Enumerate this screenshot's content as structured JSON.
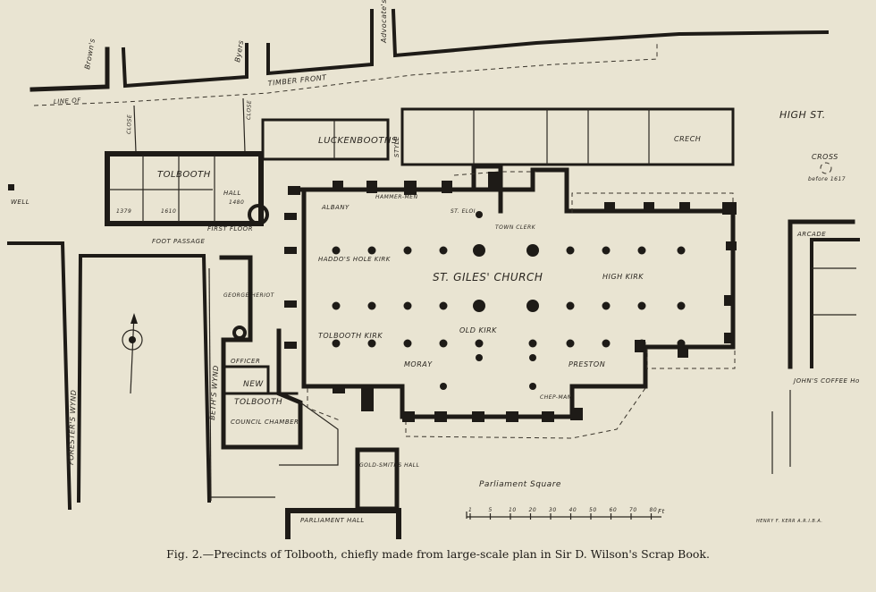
{
  "caption": "Fig. 2.—Precincts of Tolbooth, chiefly made from large-scale plan in Sir D. Wilson's Scrap Book.",
  "streets": {
    "browns": "Brown's",
    "byers": "Byers",
    "advocates": "Advocate's",
    "timber_front": "TIMBER FRONT",
    "line_of": "LINE OF",
    "close_a": "CLOSE",
    "close_b": "CLOSE",
    "style": "STYLE",
    "high_st": "HIGH ST.",
    "foot_passage": "FOOT PASSAGE",
    "foresters_wynd": "FORESTER'S WYND",
    "beths_wynd": "BETH'S WYND",
    "parliament_square": "Parliament Square"
  },
  "buildings": {
    "luckenbooths": "LUCKENBOOTHS",
    "crech": "CRECH",
    "tolbooth": "TOLBOOTH",
    "hall": "HALL",
    "hall_year": "1480",
    "year_1610": "1610",
    "year_1379": "1379",
    "first_floor": "FIRST FLOOR",
    "well": "WELL",
    "cross": "CROSS",
    "before_1617": "before 1617",
    "george_heriot": "GEORGE HERIOT",
    "officer": "OFFICER",
    "new": "NEW",
    "tolbooth_new": "TOLBOOTH",
    "council_chamber": "COUNCIL CHAMBER",
    "goldsmiths_hall": "GOLD-SMITHS HALL",
    "parliament_hall": "PARLIAMENT HALL",
    "arcade": "ARCADE",
    "johns_coffee_ho": "JOHN'S COFFEE Ho"
  },
  "church": {
    "name": "ST. GILES' CHURCH",
    "albany": "ALBANY",
    "hammermen": "HAMMER-MEN",
    "st_eloi": "ST. ELOI",
    "town_clerk": "TOWN CLERK",
    "haddos_hole_kirk": "HADDO'S HOLE KIRK",
    "high_kirk": "HIGH KIRK",
    "tolbooth_kirk": "TOLBOOTH KIRK",
    "old_kirk": "OLD KIRK",
    "moray": "MORAY",
    "preston": "PRESTON",
    "chepman": "CHEP-MAN"
  },
  "scale": {
    "ticks": [
      "1",
      "5",
      "10",
      "20",
      "30",
      "40",
      "50",
      "60",
      "70",
      "80"
    ],
    "unit": "Ft"
  },
  "signature": "HENRY F. KERR A.R.I.B.A."
}
